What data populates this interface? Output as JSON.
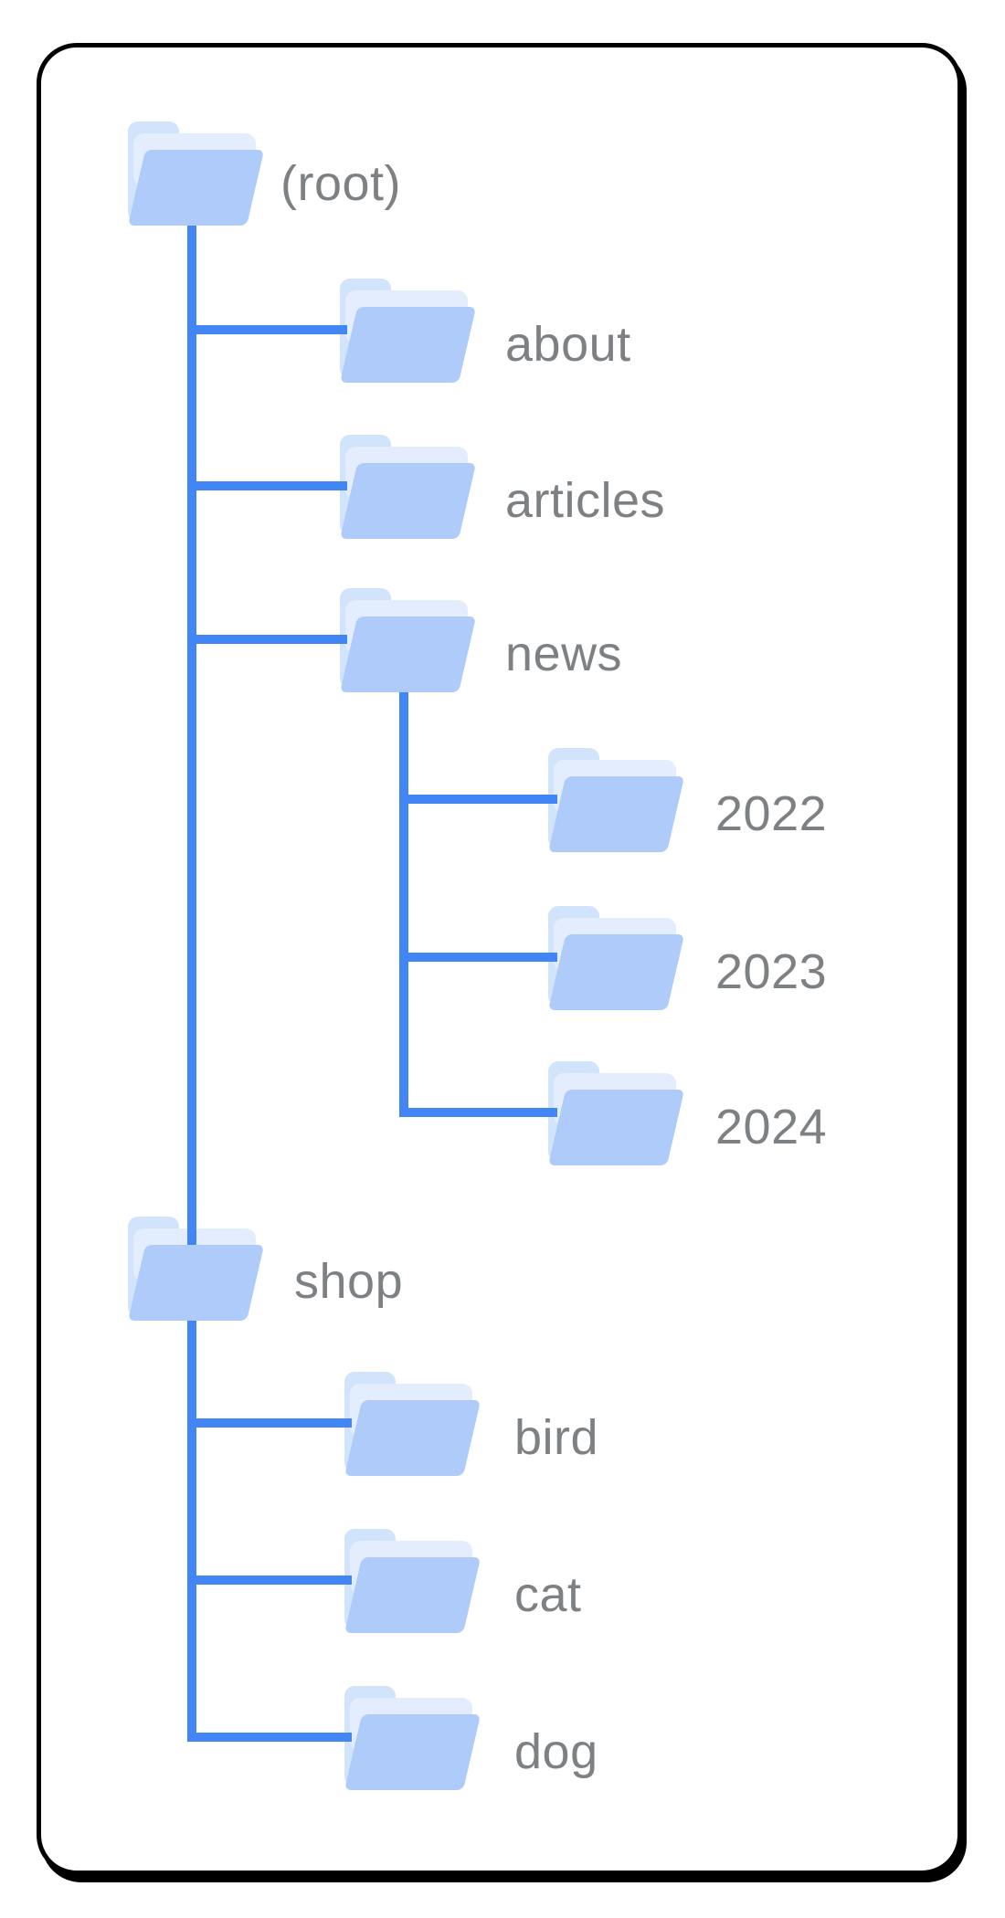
{
  "diagram": {
    "type": "site-folder-tree",
    "colors": {
      "connector": "#4285f4",
      "folder_front": "#aecbfa",
      "folder_back": "#d2e3fc",
      "folder_sheet": "#e4edfd",
      "label_text": "#7e8184",
      "card_border": "#000000",
      "background": "#ffffff"
    },
    "nodes": {
      "root": {
        "label": "(root)"
      },
      "about": {
        "label": "about"
      },
      "articles": {
        "label": "articles"
      },
      "news": {
        "label": "news"
      },
      "y2022": {
        "label": "2022"
      },
      "y2023": {
        "label": "2023"
      },
      "y2024": {
        "label": "2024"
      },
      "shop": {
        "label": "shop"
      },
      "bird": {
        "label": "bird"
      },
      "cat": {
        "label": "cat"
      },
      "dog": {
        "label": "dog"
      }
    },
    "hierarchy": {
      "(root)": [
        "about",
        "articles",
        "news",
        "shop"
      ],
      "news": [
        "2022",
        "2023",
        "2024"
      ],
      "shop": [
        "bird",
        "cat",
        "dog"
      ]
    }
  }
}
